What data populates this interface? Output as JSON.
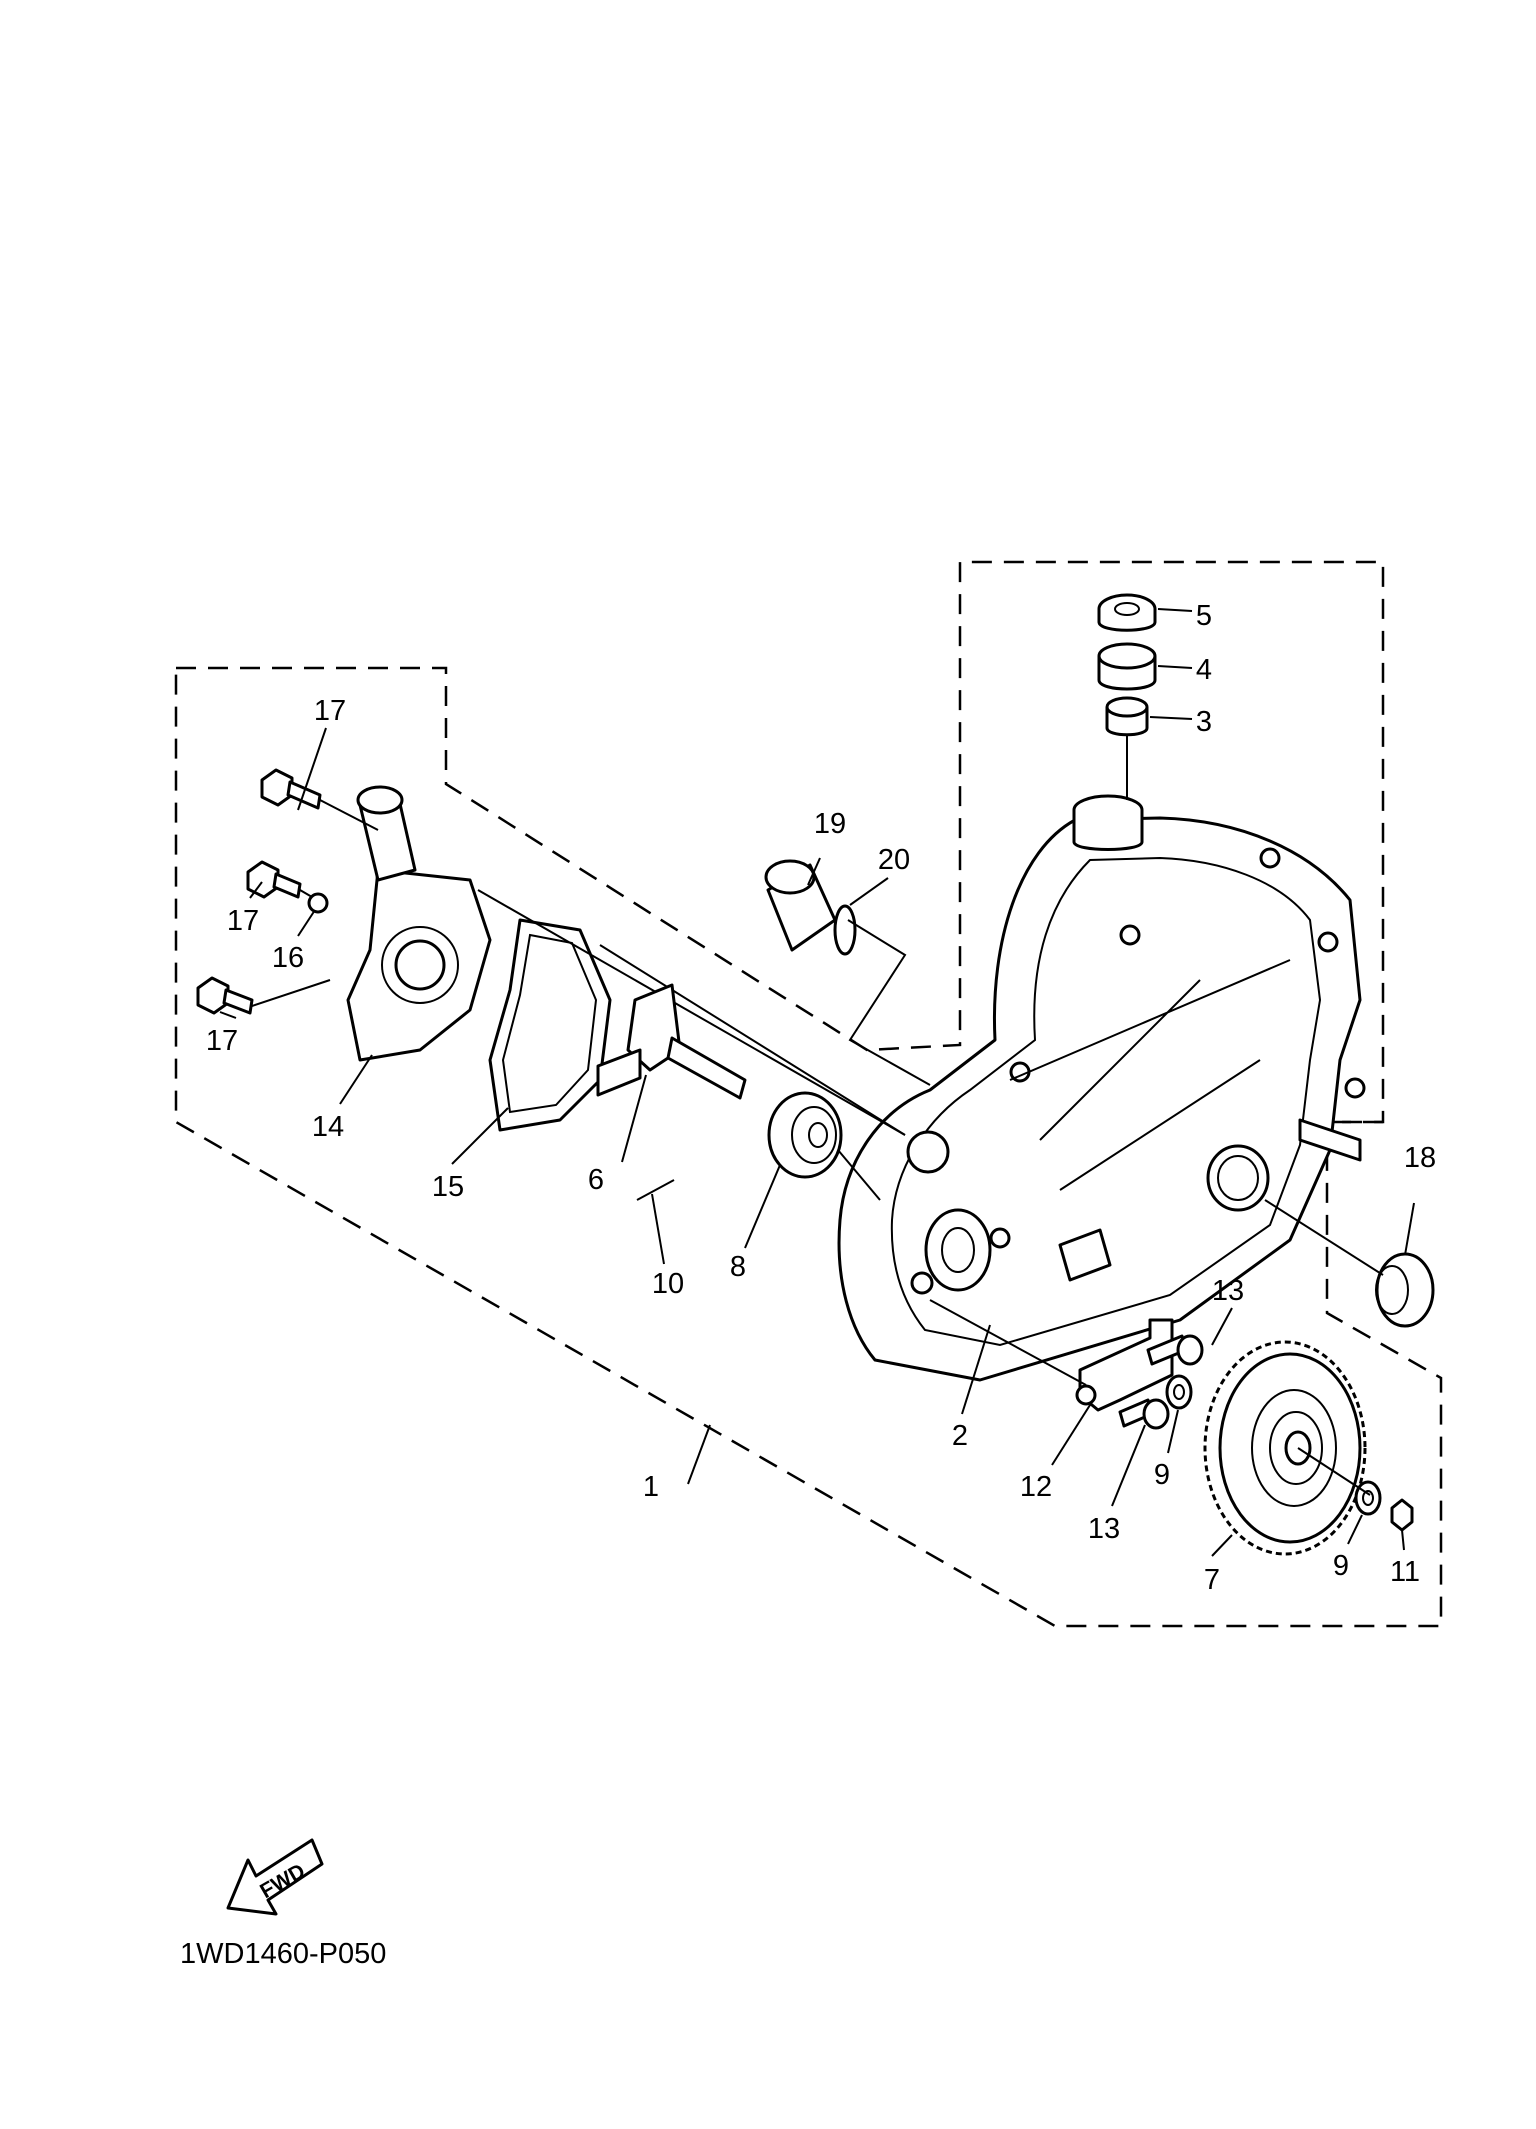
{
  "diagram": {
    "code": "1WD1460-P050",
    "fwd_label": "FWD",
    "callouts": [
      "1",
      "2",
      "3",
      "4",
      "5",
      "6",
      "7",
      "8",
      "9",
      "9",
      "10",
      "11",
      "12",
      "13",
      "13",
      "14",
      "15",
      "16",
      "17",
      "17",
      "17",
      "18",
      "19",
      "20"
    ]
  }
}
